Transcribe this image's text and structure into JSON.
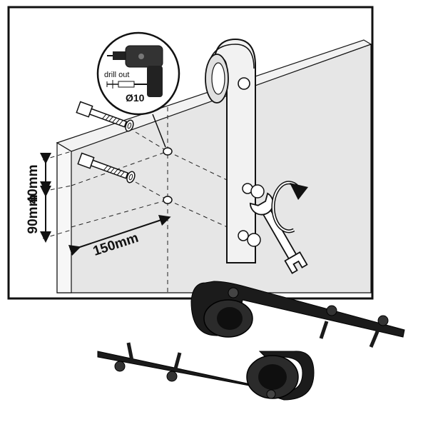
{
  "callout": {
    "drill_label": "drill out",
    "diameter_label": "Ø10"
  },
  "dimensions": {
    "vertical_top": "40mm",
    "vertical_bottom": "90mm",
    "horizontal": "150mm"
  },
  "colors": {
    "hardware": "#1a1a1a",
    "wall": "#ffffff",
    "door_face": "#e6e6e6",
    "door_edge": "#f4f4f4",
    "outline": "#111111"
  },
  "icons": [
    "drill-icon",
    "drill-bit-icon",
    "bolt-icon",
    "wrench-icon",
    "rotate-arrow-icon",
    "roller-wheel-icon"
  ]
}
